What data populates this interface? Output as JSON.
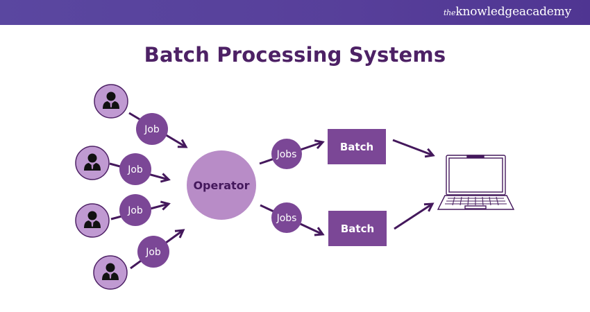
{
  "header": {
    "brand_prefix": "the",
    "brand_name": "knowledgeacademy"
  },
  "title": "Batch Processing Systems",
  "colors": {
    "header_bg": "#5a47a0",
    "title": "#4d2165",
    "job_circle": "#7b4796",
    "user_ring": "#c09ad2",
    "operator": "#b88cc7",
    "batch": "#7b4796",
    "arrow": "#44185c"
  },
  "diagram": {
    "users": [
      {
        "id": "user-1",
        "icon": "person-icon"
      },
      {
        "id": "user-2",
        "icon": "person-icon"
      },
      {
        "id": "user-3",
        "icon": "person-icon"
      },
      {
        "id": "user-4",
        "icon": "person-icon"
      }
    ],
    "jobs": [
      {
        "label": "Job"
      },
      {
        "label": "Job"
      },
      {
        "label": "Job"
      },
      {
        "label": "Job"
      }
    ],
    "operator": {
      "label": "Operator"
    },
    "job_groups": [
      {
        "label": "Jobs"
      },
      {
        "label": "Jobs"
      }
    ],
    "batches": [
      {
        "label": "Batch"
      },
      {
        "label": "Batch"
      }
    ],
    "output": {
      "icon": "laptop-icon"
    }
  }
}
